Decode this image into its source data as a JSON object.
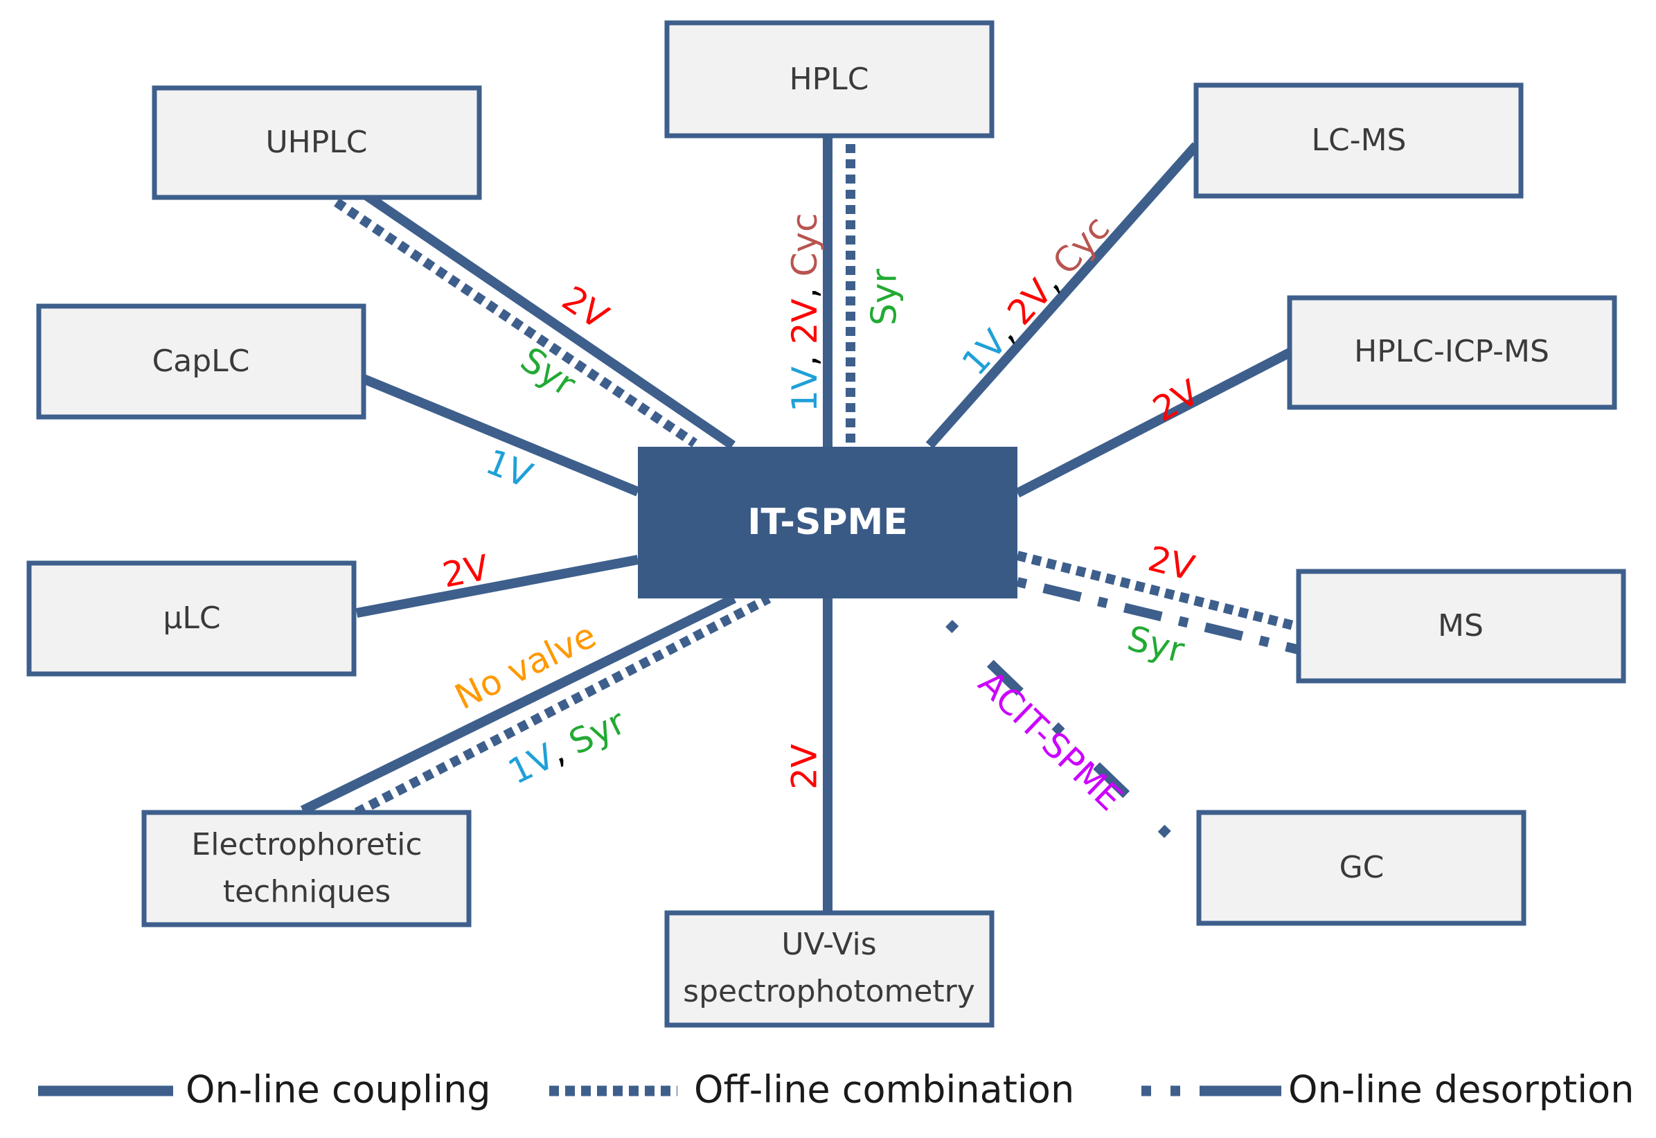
{
  "colors": {
    "line": "#3e5f8c",
    "box_fill": "#f2f2f2",
    "box_border": "#3e5f8c",
    "center_fill": "#3a5a86",
    "red": "#ff0000",
    "blue": "#1fa0d8",
    "green": "#22aa33",
    "brown": "#b85450",
    "orange": "#ff9900",
    "purple": "#cc00ff",
    "black": "#000000"
  },
  "center": {
    "label": "IT-SPME"
  },
  "nodes": {
    "hplc": {
      "label": "HPLC"
    },
    "uhplc": {
      "label": "UHPLC"
    },
    "lcms": {
      "label": "LC-MS"
    },
    "caplc": {
      "label": "CapLC"
    },
    "hplc_icp_ms": {
      "label": "HPLC-ICP-MS"
    },
    "ulc": {
      "label": "µLC"
    },
    "ms": {
      "label": "MS"
    },
    "electro": {
      "line1": "Electrophoretic",
      "line2": "techniques"
    },
    "uvvis": {
      "line1": "UV-Vis",
      "line2": "spectrophotometry"
    },
    "gc": {
      "label": "GC"
    }
  },
  "labels": {
    "hplc_1v": "1V",
    "hplc_comma1": ", ",
    "hplc_2v": "2V",
    "hplc_comma2": ", ",
    "hplc_cyc": "Cyc",
    "hplc_syr": "Syr",
    "uhplc_2v": "2V",
    "uhplc_syr": "Syr",
    "lcms_1v": "1V",
    "lcms_comma1": ", ",
    "lcms_2v": "2V",
    "lcms_comma2": ", ",
    "lcms_cyc": "Cyc",
    "caplc_1v": "1V",
    "icp_2v": "2V",
    "ulc_2v": "2V",
    "ms_2v": "2V",
    "ms_syr": "Syr",
    "electro_novalve": "No valve",
    "electro_1v": "1V",
    "electro_comma": ", ",
    "electro_syr": "Syr",
    "uvvis_2v": "2V",
    "gc_acit": "ACIT-SPME"
  },
  "legend": {
    "online_coupling": "On-line coupling",
    "offline_combination": "Off-line combination",
    "online_desorption": "On-line desorption"
  }
}
